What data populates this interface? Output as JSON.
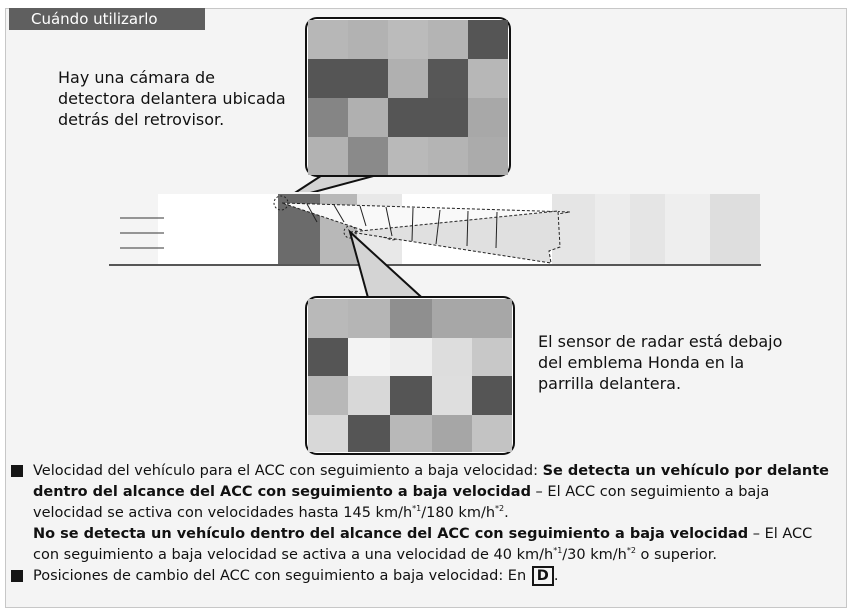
{
  "section": {
    "title": "Cuándo utilizarlo"
  },
  "callouts": {
    "camera": "Hay una cámara de\ndetectora delantera ubicada\ndetrás del retrovisor.",
    "radar": "El sensor de radar está debajo\ndel emblema Honda en la\nparrilla delantera."
  },
  "notes": {
    "speed": {
      "lead": "Velocidad del vehículo para el ACC con seguimiento a baja velocidad: ",
      "detected_bold": "Se detecta un vehículo por delante dentro del alcance del ACC con seguimiento a baja velocidad",
      "detected_text": " – El ACC con seguimiento a baja velocidad se activa con velocidades hasta 145 km/h",
      "detected_sup1": "*1",
      "detected_mid": "/180 km/h",
      "detected_sup2": "*2",
      "detected_end": ".",
      "not_detected_bold": "No se detecta un vehículo dentro del alcance del ACC con seguimiento a baja velocidad",
      "not_detected_text": " – El ACC con seguimiento a baja velocidad se activa a una velocidad de 40 km/h",
      "not_detected_sup1": "*1",
      "not_detected_mid": "/30 km/h",
      "not_detected_sup2": "*2",
      "not_detected_end": " o superior."
    },
    "gear": {
      "lead": "Posiciones de cambio del ACC con seguimiento a baja velocidad: En ",
      "position": "D",
      "end": "."
    }
  },
  "colors": {
    "panel_background": "#f4f4f4",
    "tab_background": "#5f5f5f",
    "text": "#111111"
  }
}
